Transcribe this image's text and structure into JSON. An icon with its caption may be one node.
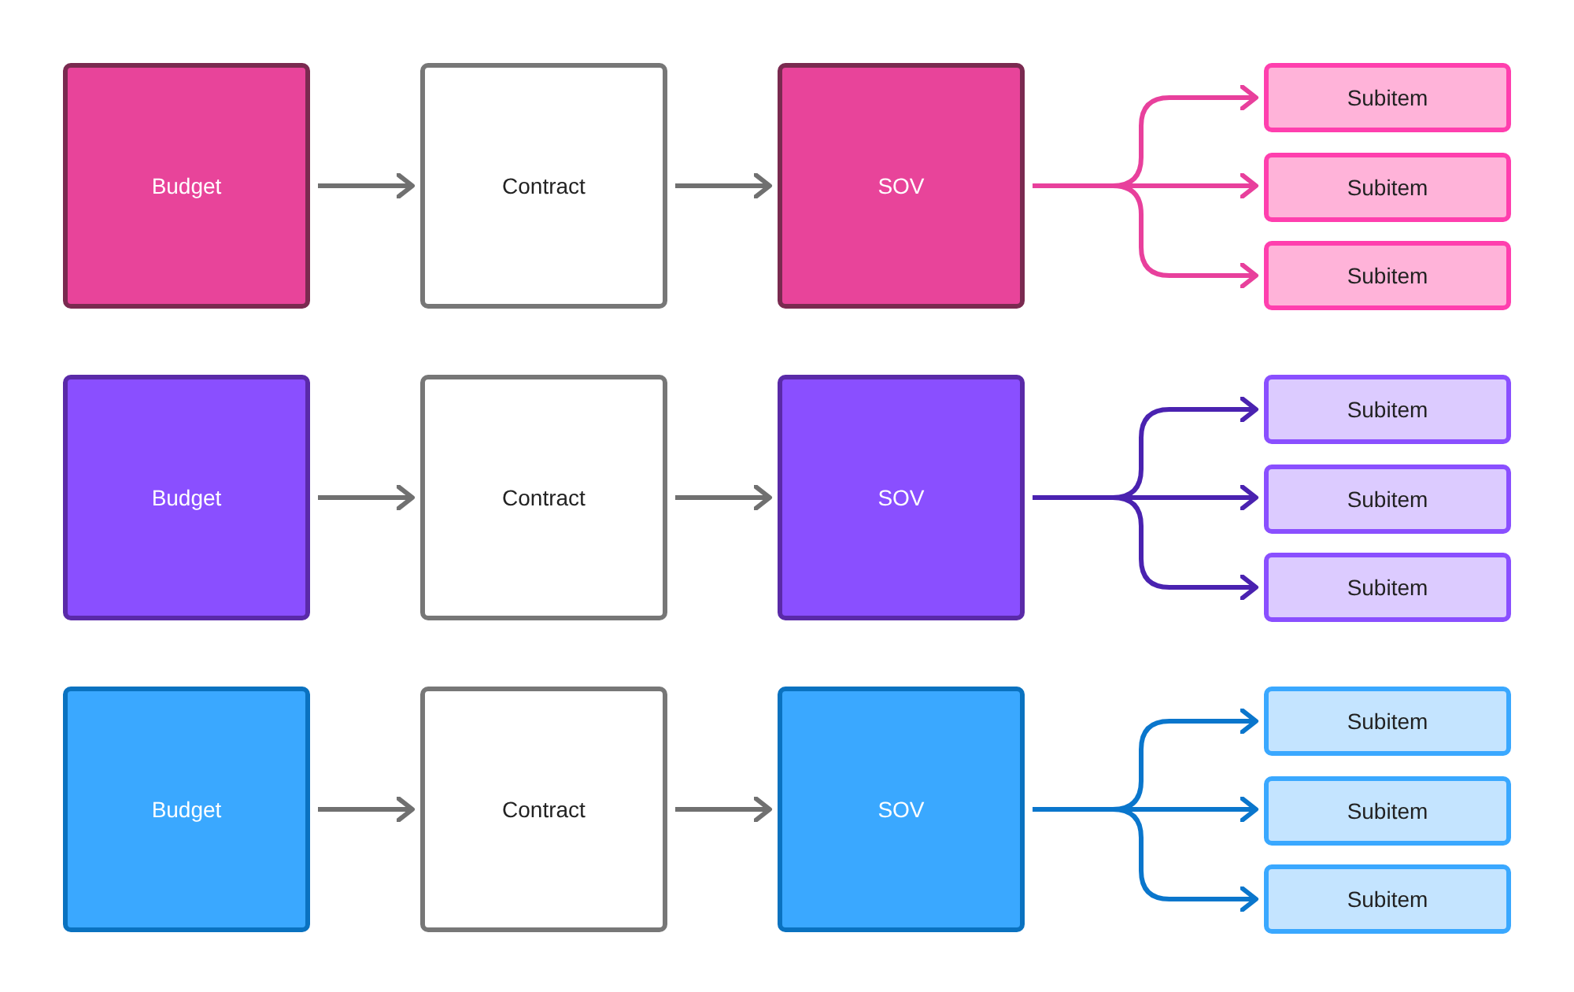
{
  "diagram": {
    "nodes": [
      {
        "text": [
          "Budget"
        ]
      },
      {
        "text": [
          "Contract"
        ]
      },
      {
        "text": [
          "SOV"
        ]
      },
      {
        "text": [
          "Subitem"
        ]
      },
      {
        "text": [
          "Subitem"
        ]
      },
      {
        "text": [
          "Subitem"
        ]
      },
      {
        "text": [
          "Budget"
        ]
      },
      {
        "text": [
          "Contract"
        ]
      },
      {
        "text": [
          "SOV"
        ]
      },
      {
        "text": [
          "Subitem"
        ]
      },
      {
        "text": [
          "Subitem"
        ]
      },
      {
        "text": [
          "Subitem"
        ]
      },
      {
        "text": [
          "Budget"
        ]
      },
      {
        "text": [
          "Contract"
        ]
      },
      {
        "text": [
          "SOV"
        ]
      },
      {
        "text": [
          "Subitem"
        ]
      },
      {
        "text": [
          "Subitem"
        ]
      },
      {
        "text": [
          "Subitem"
        ]
      }
    ],
    "edges": [
      {
        "from": 0,
        "to": 1,
        "arrow": "to",
        "color": "#707070"
      },
      {
        "from": 1,
        "to": 2,
        "arrow": "to",
        "color": "#707070"
      },
      {
        "from": 2,
        "to": 3,
        "arrow": "to",
        "color": "#e8409c"
      },
      {
        "from": 2,
        "to": 4,
        "arrow": "to",
        "color": "#e8409c"
      },
      {
        "from": 2,
        "to": 5,
        "arrow": "to",
        "color": "#e8409c"
      },
      {
        "from": 6,
        "to": 7,
        "arrow": "to",
        "color": "#707070"
      },
      {
        "from": 7,
        "to": 8,
        "arrow": "to",
        "color": "#707070"
      },
      {
        "from": 8,
        "to": 9,
        "arrow": "to",
        "color": "#4a22b0"
      },
      {
        "from": 8,
        "to": 10,
        "arrow": "to",
        "color": "#4a22b0"
      },
      {
        "from": 8,
        "to": 11,
        "arrow": "to",
        "color": "#4a22b0"
      },
      {
        "from": 12,
        "to": 13,
        "arrow": "to",
        "color": "#707070"
      },
      {
        "from": 13,
        "to": 14,
        "arrow": "to",
        "color": "#707070"
      },
      {
        "from": 14,
        "to": 15,
        "arrow": "to",
        "color": "#0a76cc"
      },
      {
        "from": 14,
        "to": 16,
        "arrow": "to",
        "color": "#0a76cc"
      },
      {
        "from": 14,
        "to": 17,
        "arrow": "to",
        "color": "#0a76cc"
      }
    ]
  }
}
